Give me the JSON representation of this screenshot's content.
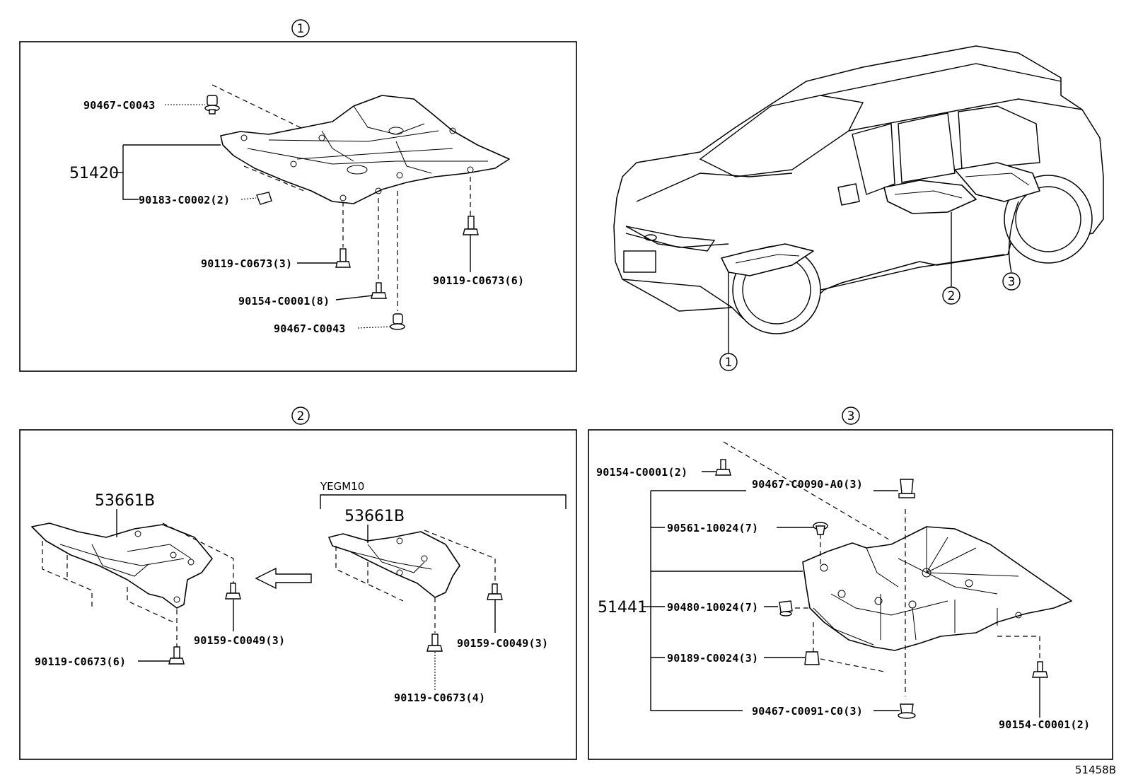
{
  "diagram": {
    "ref_code": "51458B",
    "markers": {
      "one": "1",
      "two": "2",
      "three": "3"
    },
    "panel1": {
      "main_part": "51420",
      "labels": {
        "clip_top": "90467-C0043",
        "bracket": "90183-C0002(2)",
        "bolt_a": "90119-C0673(3)",
        "bolt_b": "90119-C0673(6)",
        "screw": "90154-C0001(8)",
        "clip_bottom": "90467-C0043"
      }
    },
    "panel2": {
      "main_part_left": "53661B",
      "variant": "YEGM10",
      "main_part_right": "53661B",
      "labels": {
        "bolt_left": "90119-C0673(6)",
        "screw_left": "90159-C0049(3)",
        "screw_right": "90159-C0049(3)",
        "bolt_right": "90119-C0673(4)"
      }
    },
    "panel3": {
      "main_part": "51441",
      "labels": {
        "screw_top": "90154-C0001(2)",
        "clip_top": "90467-C0090-A0(3)",
        "grommet": "90561-10024(7)",
        "nut": "90480-10024(7)",
        "clip_mid": "90189-C0024(3)",
        "clip_bottom": "90467-C0091-C0(3)",
        "screw_bottom": "90154-C0001(2)"
      }
    }
  }
}
